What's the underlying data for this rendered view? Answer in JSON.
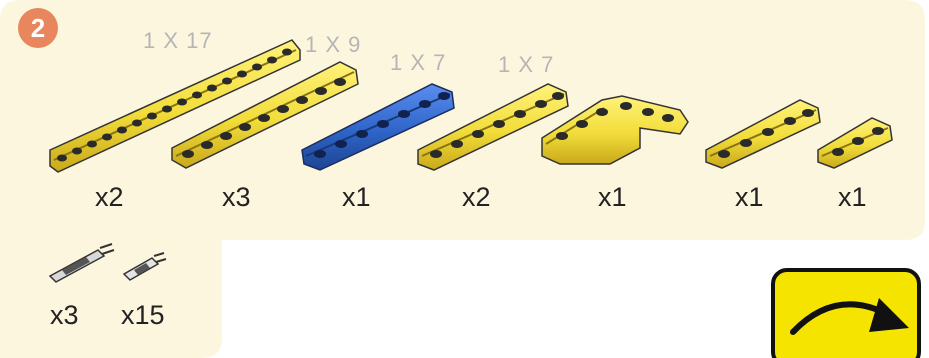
{
  "step": {
    "number": "2"
  },
  "parts": [
    {
      "size_label": "1 X 17",
      "quantity": "x2",
      "color": "#f2dd3a"
    },
    {
      "size_label": "1 X 9",
      "quantity": "x3",
      "color": "#f2dd3a"
    },
    {
      "size_label": "1 X 7",
      "quantity": "x1",
      "color": "#2f64c8"
    },
    {
      "size_label": "1 X 7",
      "quantity": "x2",
      "color": "#f2dd3a"
    },
    {
      "size_label": "",
      "quantity": "x1",
      "color": "#f2dd3a"
    },
    {
      "size_label": "",
      "quantity": "x1",
      "color": "#f2dd3a"
    },
    {
      "size_label": "",
      "quantity": "x1",
      "color": "#f2dd3a"
    }
  ],
  "pins": [
    {
      "quantity": "x3"
    },
    {
      "quantity": "x15"
    }
  ],
  "colors": {
    "panel": "#fdf6df",
    "badge": "#e8875e",
    "beam_yellow": "#f2dd3a",
    "beam_blue": "#2f64c8",
    "button": "#f5e400"
  },
  "icons": {
    "next": "curved-arrow-right-icon"
  }
}
